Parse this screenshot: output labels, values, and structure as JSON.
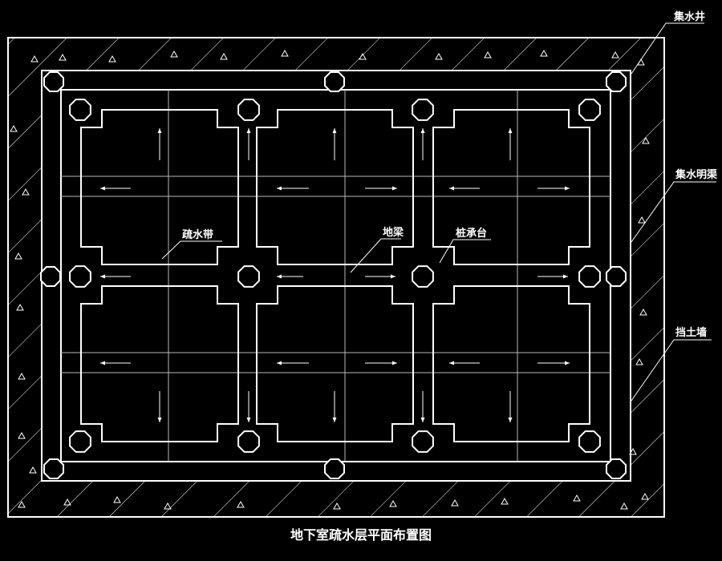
{
  "title": "地下室疏水层平面布置图",
  "labels": {
    "sump": "集水井",
    "open_channel": "集水明渠",
    "retaining_wall": "挡土墙",
    "drain_strip": "疏水带",
    "ground_beam": "地梁",
    "pile_cap": "桩承台"
  },
  "colors": {
    "background": "#000000",
    "lines": "#ffffff",
    "grid": "#b8b8b8"
  }
}
